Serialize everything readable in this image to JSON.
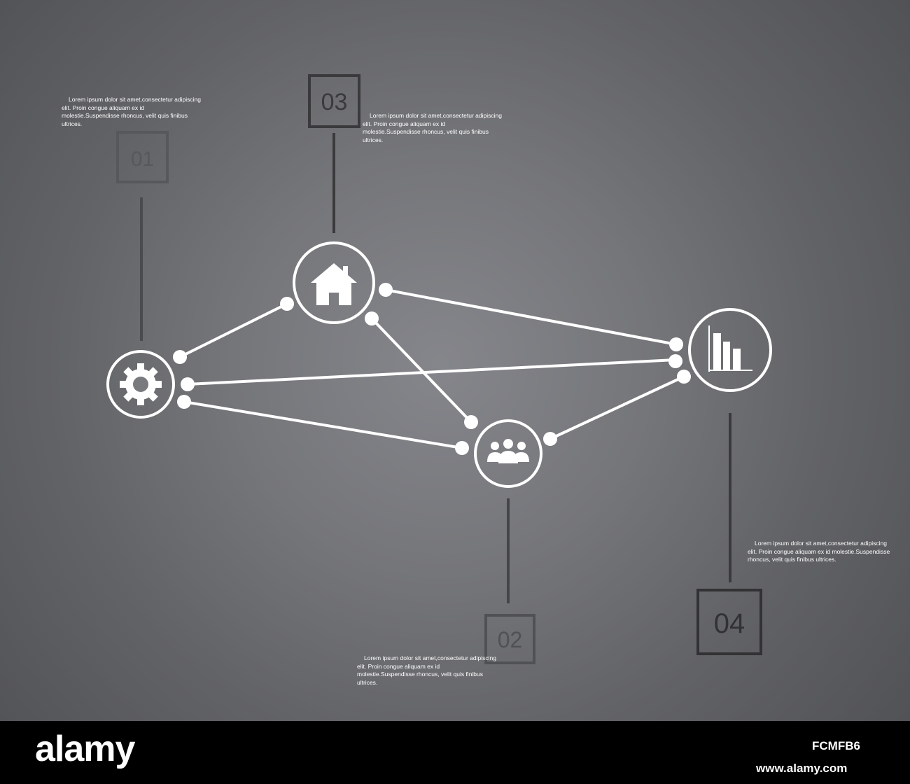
{
  "diagram": {
    "steps": [
      {
        "number": "01",
        "icon": "gear-icon",
        "text": "Lorem ipsum dolor sit amet,consectetur adipiscing elit. Proin congue aliquam ex id molestie.Suspendisse rhoncus, velit quis finibus ultrices."
      },
      {
        "number": "02",
        "icon": "people-icon",
        "text": "Lorem ipsum dolor sit amet,consectetur adipiscing elit. Proin congue aliquam ex id molestie.Suspendisse rhoncus, velit quis finibus ultrices."
      },
      {
        "number": "03",
        "icon": "house-icon",
        "text": "Lorem ipsum dolor sit amet,consectetur adipiscing elit. Proin congue aliquam ex id molestie.Suspendisse rhoncus, velit quis finibus ultrices."
      },
      {
        "number": "04",
        "icon": "bar-chart-icon",
        "text": "Lorem ipsum dolor sit amet,consectetur adipiscing elit. Proin congue aliquam ex id molestie.Suspendisse rhoncus, velit quis finibus ultrices."
      }
    ],
    "colors": {
      "line": "#ffffff",
      "box": "#3a3a3c",
      "box_faded": "#57585c"
    }
  },
  "footer": {
    "brand": "alamy",
    "image_id": "FCMFB6",
    "url": "www.alamy.com"
  }
}
